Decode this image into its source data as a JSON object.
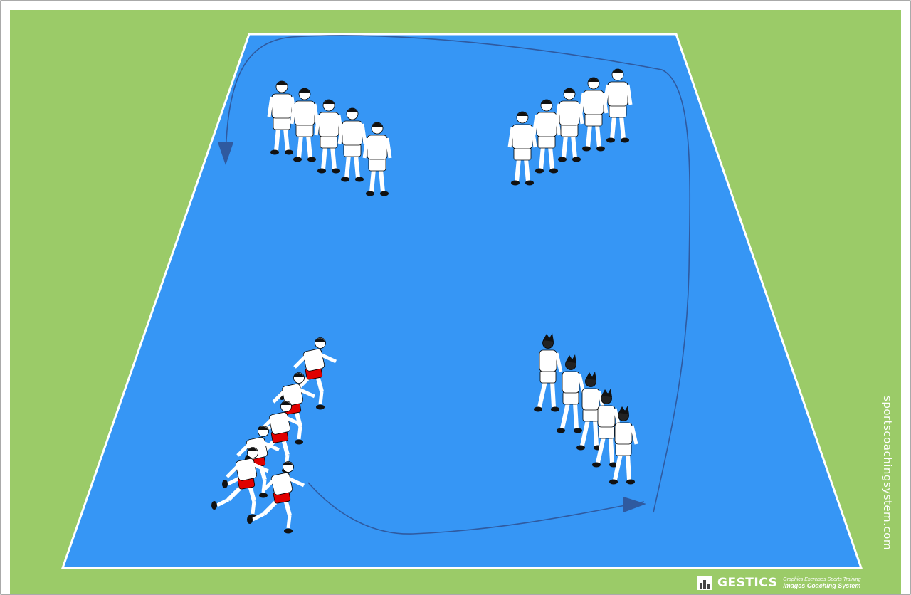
{
  "colors": {
    "grass": "#9bcb68",
    "court": "#3696f5",
    "line": "#ffffff",
    "arrow": "#2f5aa0",
    "shirt": "#ffffff",
    "shorts_white": "#ffffff",
    "shorts_red": "#e00000",
    "skin": "#ffffff",
    "hair": "#111111"
  },
  "groups": [
    {
      "name": "top-left-group",
      "count": 5,
      "shorts": "white",
      "pose": "standing"
    },
    {
      "name": "top-right-group",
      "count": 5,
      "shorts": "white",
      "pose": "standing"
    },
    {
      "name": "bottom-left-group",
      "count": 6,
      "shorts": "red",
      "pose": "running"
    },
    {
      "name": "bottom-right-group",
      "count": 5,
      "shorts": "white",
      "pose": "walking-back"
    }
  ],
  "watermark": "sportscoachingsystem.com",
  "brand": {
    "name": "GESTICS",
    "tagline_1": "Graphics Exercises Sports Training",
    "tagline_2": "Images Coaching System"
  }
}
